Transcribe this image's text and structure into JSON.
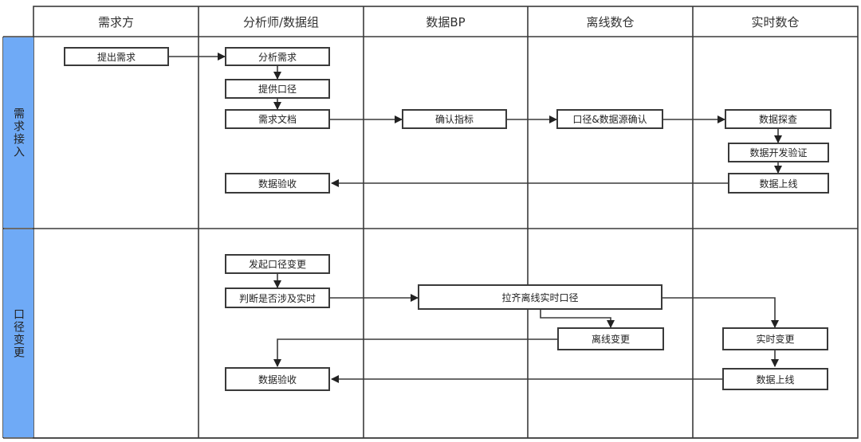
{
  "columns": {
    "c1": "需求方",
    "c2": "分析师/数据组",
    "c3": "数据BP",
    "c4": "离线数仓",
    "c5": "实时数仓"
  },
  "lanes": {
    "l1": "需求接入",
    "l2": "口径变更"
  },
  "nodes": {
    "raise_req": "提出需求",
    "analyze_req": "分析需求",
    "provide_caliber": "提供口径",
    "req_doc": "需求文档",
    "confirm_metric": "确认指标",
    "caliber_source_confirm": "口径&数据源确认",
    "data_explore": "数据探查",
    "data_dev_verify": "数据开发验证",
    "data_online_1": "数据上线",
    "data_accept_1": "数据验收",
    "initiate_change": "发起口径变更",
    "judge_realtime": "判断是否涉及实时",
    "align_caliber": "拉齐离线实时口径",
    "offline_change": "离线变更",
    "realtime_change": "实时变更",
    "data_online_2": "数据上线",
    "data_accept_2": "数据验收"
  },
  "colors": {
    "lane_fill": "#6faaf6",
    "line": "#3a3a3a"
  }
}
